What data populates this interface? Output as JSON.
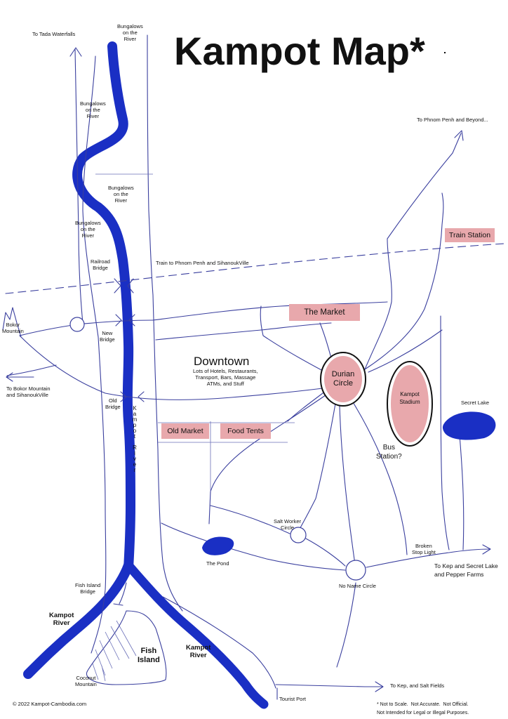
{
  "title": "Kampot Map*",
  "labels": {
    "tada": "To Tada Waterfalls",
    "bungalows_top": "Bungalows\non the\nRiver",
    "bungalows_left1": "Bungalows\non the\nRiver",
    "bungalows_mid": "Bungalows\non the\nRiver",
    "bungalows_left2": "Bungalows\non the\nRiver",
    "phnom_penh_beyond": "To Phnom Penh and Beyond...",
    "train_station": "Train Station",
    "railroad_bridge": "Railroad\nBridge",
    "train_line": "Train to Phnom Penh and SihanoukVille",
    "the_market": "The Market",
    "bokor_mountain": "Bokor\nMountain",
    "new_bridge": "New\nBridge",
    "downtown": "Downtown",
    "downtown_desc": "Lots of Hotels, Restaurants,\nTransport, Bars, Massage\nATMs, and Stuff",
    "durian_circle": "Durian\nCircle",
    "kampot_stadium": "Kampot\nStadium",
    "to_bokor": "To Bokor Mountain\nand SihanoukVille",
    "old_bridge": "Old\nBridge",
    "secret_lake": "Secret Lake",
    "old_market": "Old Market",
    "food_tents": "Food Tents",
    "bus_station": "Bus\nStation?",
    "river_vertical": "Kampot River",
    "salt_worker_circle": "Salt Worker\nCircle",
    "broken_stop_light": "Broken\nStop Light",
    "the_pond": "The Pond",
    "to_kep_secret": "To Kep and Secret Lake\nand Pepper Farms",
    "no_name_circle": "No Name Circle",
    "fish_island_bridge": "Fish Island\nBridge",
    "kampot_river_left": "Kampot\nRiver",
    "kampot_river_right": "Kampot\nRiver",
    "fish_island": "Fish\nIsland",
    "coconut_mountain": "Coconut\nMountain",
    "to_kep_salt": "To Kep, and Salt Fields",
    "tourist_port": "Tourist Port",
    "copyright": "© 2022 Kampot-Cambodia.com",
    "disclaimer": "* Not to Scale.  Not Accurate.  Not Official.\nNot Intended for Legal or Illegal Purposes."
  },
  "colors": {
    "river": "#1a2fc4",
    "ink": "#3a3f9e",
    "highlight": "#e8a8ac",
    "lake": "#1a2fc4"
  }
}
